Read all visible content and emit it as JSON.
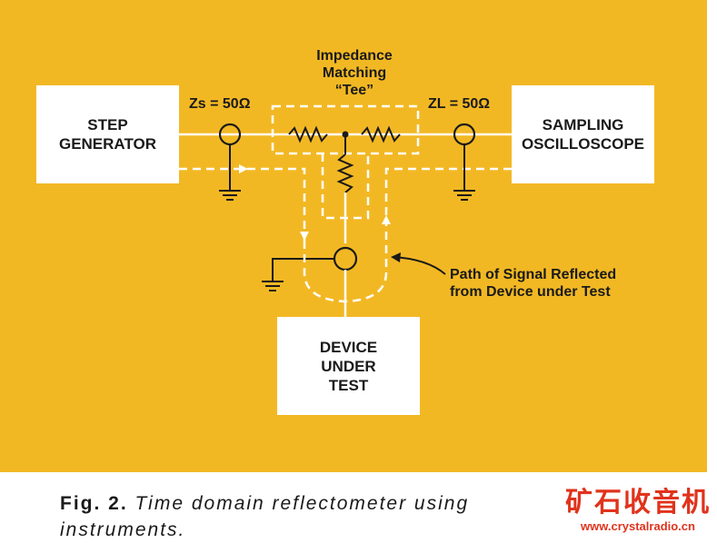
{
  "diagram": {
    "title": [
      "Impedance",
      "Matching",
      "“Tee”"
    ],
    "zs_label": "Zs = 50Ω",
    "zl_label": "ZL = 50Ω",
    "step_generator": [
      "STEP",
      "GENERATOR"
    ],
    "sampling_oscilloscope": [
      "SAMPLING",
      "OSCILLOSCOPE"
    ],
    "device_under_test": [
      "DEVICE",
      "UNDER",
      "TEST"
    ],
    "reflection_note": [
      "Path of Signal Reflected",
      "from Device under Test"
    ]
  },
  "caption": {
    "fig": "Fig. 2.",
    "text_line1": "Time domain reflectometer using",
    "text_line2": "instruments."
  },
  "watermark": {
    "chinese": "矿石收音机",
    "url": "www.crystalradio.cn"
  },
  "colors": {
    "panel": "#f2b824",
    "ink": "#1a1a1a",
    "dash": "#ffffff",
    "watermark": "#e0331c"
  }
}
